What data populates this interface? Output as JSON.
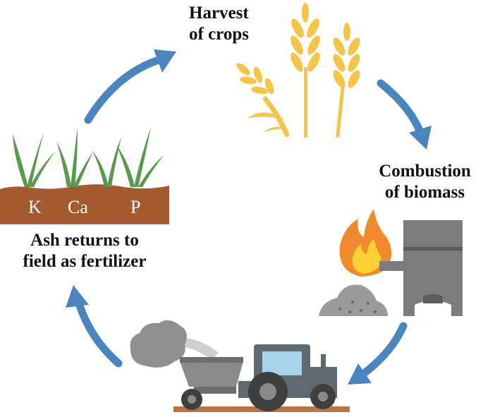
{
  "labels": {
    "harvest_line1": "Harvest",
    "harvest_line2": "of crops",
    "combustion_line1": "Combustion",
    "combustion_line2": "of biomass",
    "ash_line1": "Ash returns to",
    "ash_line2": "field as fertilizer"
  },
  "soil_elements": [
    "K",
    "Ca",
    "P"
  ],
  "colors": {
    "arrow": "#4a86bd",
    "wheat": "#f4c549",
    "leaf": "#5b9a4e",
    "soil": "#a35a2e",
    "flame_outer": "#f08a2c",
    "flame_inner": "#fbd033",
    "ash": "#9b9b9b",
    "furnace": "#7b7b7b",
    "tractor_cab": "#5f6a70",
    "tractor_window": "#a8d4ea",
    "smoke": "#8f8f8f",
    "ground": "#b87445"
  },
  "icons": [
    "wheat-icon",
    "seedling-icon",
    "fire-icon",
    "furnace-icon",
    "ash-pile-icon",
    "tractor-icon",
    "smoke-icon",
    "cycle-arrow-icon"
  ]
}
